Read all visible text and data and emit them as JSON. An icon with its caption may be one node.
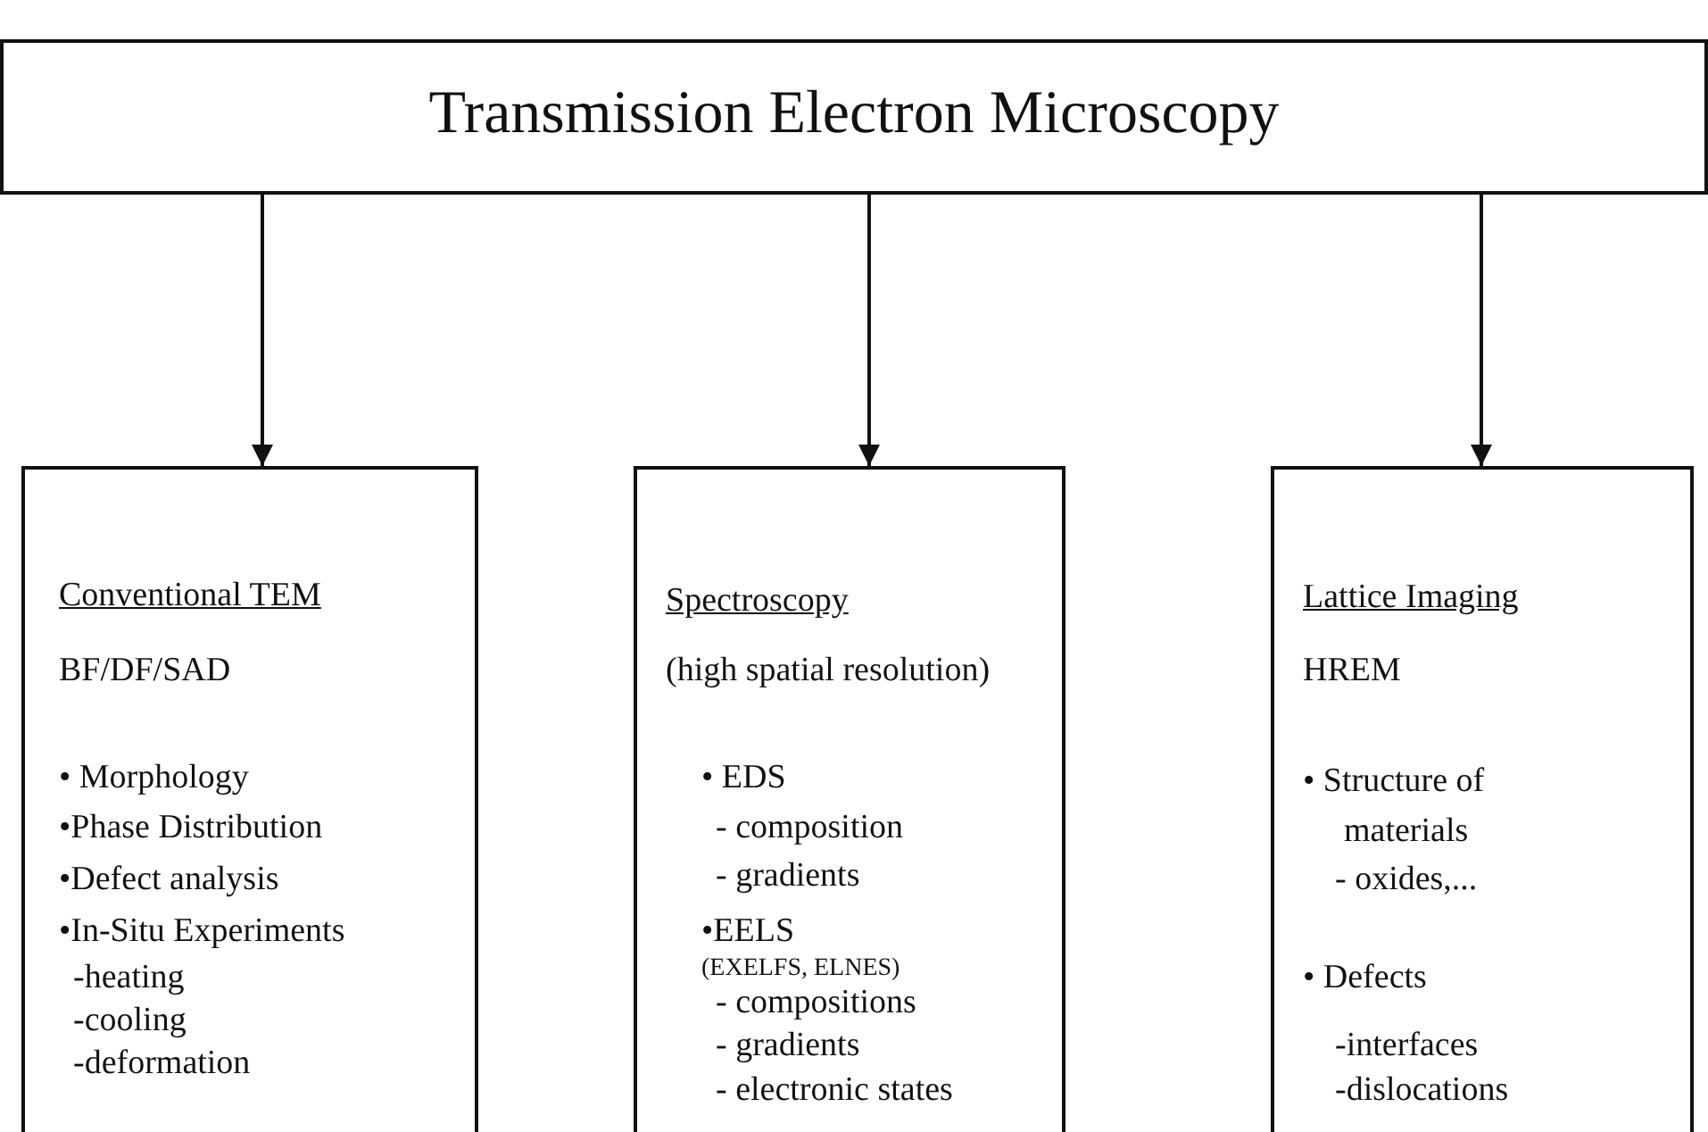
{
  "diagram": {
    "nodes": [
      {
        "text": [
          "Transmission Electron Microscopy"
        ]
      },
      {
        "text": [
          "Conventional TEM",
          "BF/DF/SAD",
          "• Morphology",
          "•Phase Distribution",
          "•Defect analysis",
          "•In-Situ Experiments",
          "-heating",
          "-cooling",
          "-deformation"
        ]
      },
      {
        "text": [
          "Spectroscopy",
          "(high spatial resolution)",
          "• EDS",
          "- composition",
          "- gradients",
          "•EELS",
          "(EXELFS, ELNES)",
          "- compositions",
          "- gradients",
          "- electronic states"
        ]
      },
      {
        "text": [
          "Lattice Imaging",
          "HREM",
          "• Structure of materials",
          "- oxides,...",
          "• Defects",
          "-interfaces",
          "-dislocations"
        ]
      }
    ],
    "edges": [
      {
        "from": 0,
        "to": 1,
        "arrow": "to"
      },
      {
        "from": 0,
        "to": 2,
        "arrow": "to"
      },
      {
        "from": 0,
        "to": 3,
        "arrow": "to"
      }
    ]
  }
}
